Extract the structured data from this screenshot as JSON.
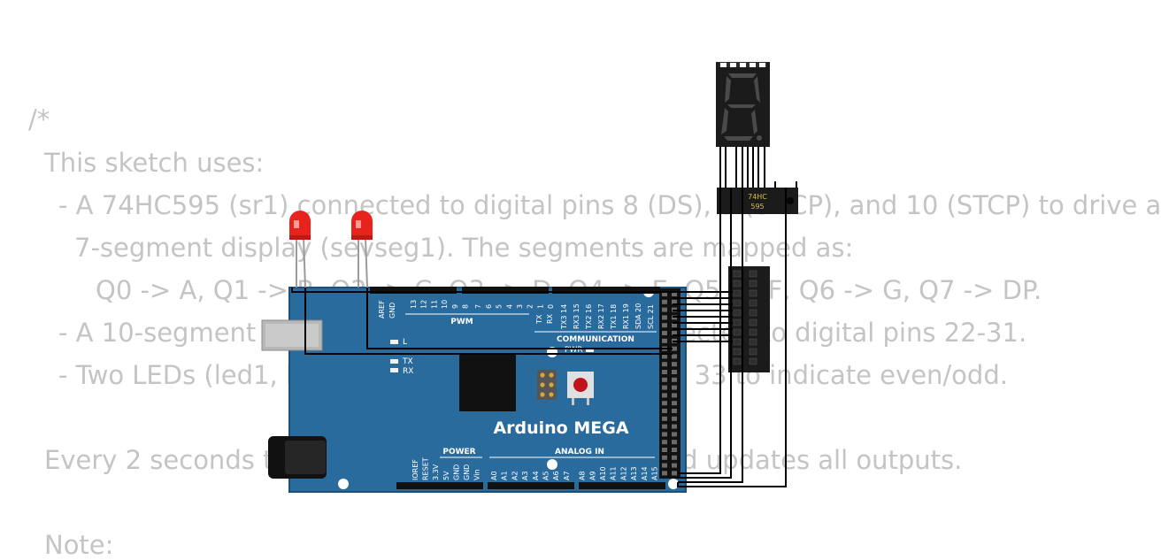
{
  "code_comment": {
    "lines": [
      "/*",
      "This sketch uses:",
      "- A 74HC595 (sr1) connected to digital pins 8 (DS), 9 (SHCP), and 10 (STCP) to drive a",
      "7-segment display (sevseg1). The segments are mapped as:",
      "Q0 -> A, Q1 -> B, Q2 -> C, Q3 -> D, Q4 -> E, Q5 -> F, Q6 -> G, Q7 -> DP.",
      "- A 10-segment LED bar graph (bargraph1) connected to digital pins 22-31.",
      "- Two LEDs (led1, led2) connected to pins 32 and 33 to indicate even/odd.",
      "",
      "Every 2 seconds the sketch counts from 0 to 9 and updates all outputs.",
      "",
      "Note:"
    ]
  },
  "board": {
    "name": "Arduino MEGA",
    "body_color": "#2a6b9e",
    "labels": {
      "aref": "AREF",
      "gnd": "GND",
      "pwm": "PWM",
      "tx0": "TX",
      "rx0": "RX",
      "communication": "COMMUNICATION",
      "pwr": "PWR",
      "led_l": "L",
      "led_tx": "TX",
      "led_rx": "RX",
      "power": "POWER",
      "analog_in": "ANALOG IN"
    },
    "digital_pins": [
      "13",
      "12",
      "11",
      "10",
      "9",
      "8",
      "7",
      "6",
      "5",
      "4",
      "3",
      "2",
      "1",
      "0"
    ],
    "comm_pins": [
      "TX3 14",
      "RX3 15",
      "TX2 16",
      "RX2 17",
      "TX1 18",
      "RX1 19",
      "SDA 20",
      "SCL 21"
    ],
    "power_pins": [
      "IOREF",
      "RESET",
      "3.3V",
      "5V",
      "GND",
      "GND",
      "Vin"
    ],
    "analog_pins": [
      "A0",
      "A1",
      "A2",
      "A3",
      "A4",
      "A5",
      "A6",
      "A7",
      "A8",
      "A9",
      "A10",
      "A11",
      "A12",
      "A13",
      "A14",
      "A15"
    ]
  },
  "shift_register": {
    "label_top": "74HC",
    "label_bottom": "595",
    "color": "#1b1b1b"
  },
  "seven_segment": {
    "color": "#1b1b1b",
    "segment_color": "#4a4a4a"
  },
  "leds": [
    {
      "color": "#e8231c"
    },
    {
      "color": "#e8231c"
    }
  ],
  "bargraph": {
    "segments": 10,
    "color": "#1b1b1b"
  }
}
